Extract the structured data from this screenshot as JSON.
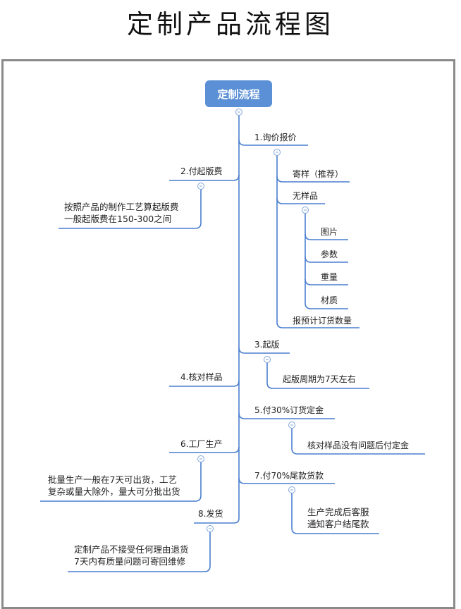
{
  "title": "定制产品流程图",
  "colors": {
    "line": "#4a7fcf",
    "root_bg": "#5b8fd6",
    "frame": "#8a8a8a"
  },
  "root": {
    "label": "定制流程"
  },
  "steps": {
    "s1": {
      "label": "1.询价报价",
      "children": {
        "c1": "寄样（推荐）",
        "c2": "无样品",
        "c3": "报预计订货数量"
      },
      "no_sample": {
        "g1": "图片",
        "g2": "参数",
        "g3": "重量",
        "g4": "材质"
      }
    },
    "s2": {
      "label": "2.付起版费",
      "note": "按照产品的制作工艺算起版费\n一般起版费在150-300之间"
    },
    "s3": {
      "label": "3.起版",
      "note": "起版周期为7天左右"
    },
    "s4": {
      "label": "4.核对样品"
    },
    "s5": {
      "label": "5.付30%订货定金",
      "note": "核对样品没有问题后付定金"
    },
    "s6": {
      "label": "6.工厂生产",
      "note": "批量生产一般在7天可出货，工艺\n复杂或量大除外，量大可分批出货"
    },
    "s7": {
      "label": "7.付70%尾款货款",
      "note": "生产完成后客服\n通知客户结尾款"
    },
    "s8": {
      "label": "8.发货",
      "note": "定制产品不接受任何理由退货\n7天内有质量问题可寄回维修"
    }
  }
}
